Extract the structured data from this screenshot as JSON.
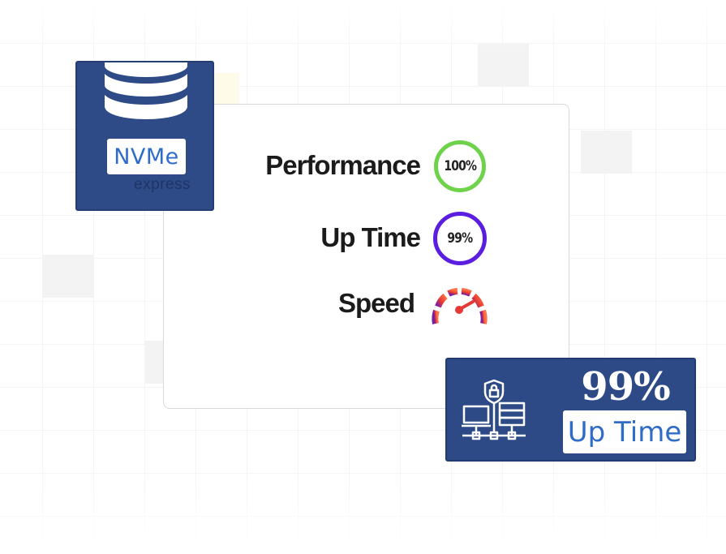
{
  "metrics": [
    {
      "label": "Performance",
      "value": "100%",
      "ring_color": "#6fd24b",
      "fill_percent": 100
    },
    {
      "label": "Up Time",
      "value": "99%",
      "ring_color": "#5b1ee0",
      "fill_percent": 99
    },
    {
      "label": "Speed",
      "icon": "speedometer-icon"
    }
  ],
  "nvme": {
    "title": "NVMe",
    "subtitle": "express",
    "icon": "database-icon",
    "bg_color": "#2e4a87",
    "accent_color": "#2f6cc7"
  },
  "uptime_badge": {
    "value": "99%",
    "label": "Up Time",
    "icon": "secure-network-icon",
    "bg_color": "#2d4a87"
  }
}
